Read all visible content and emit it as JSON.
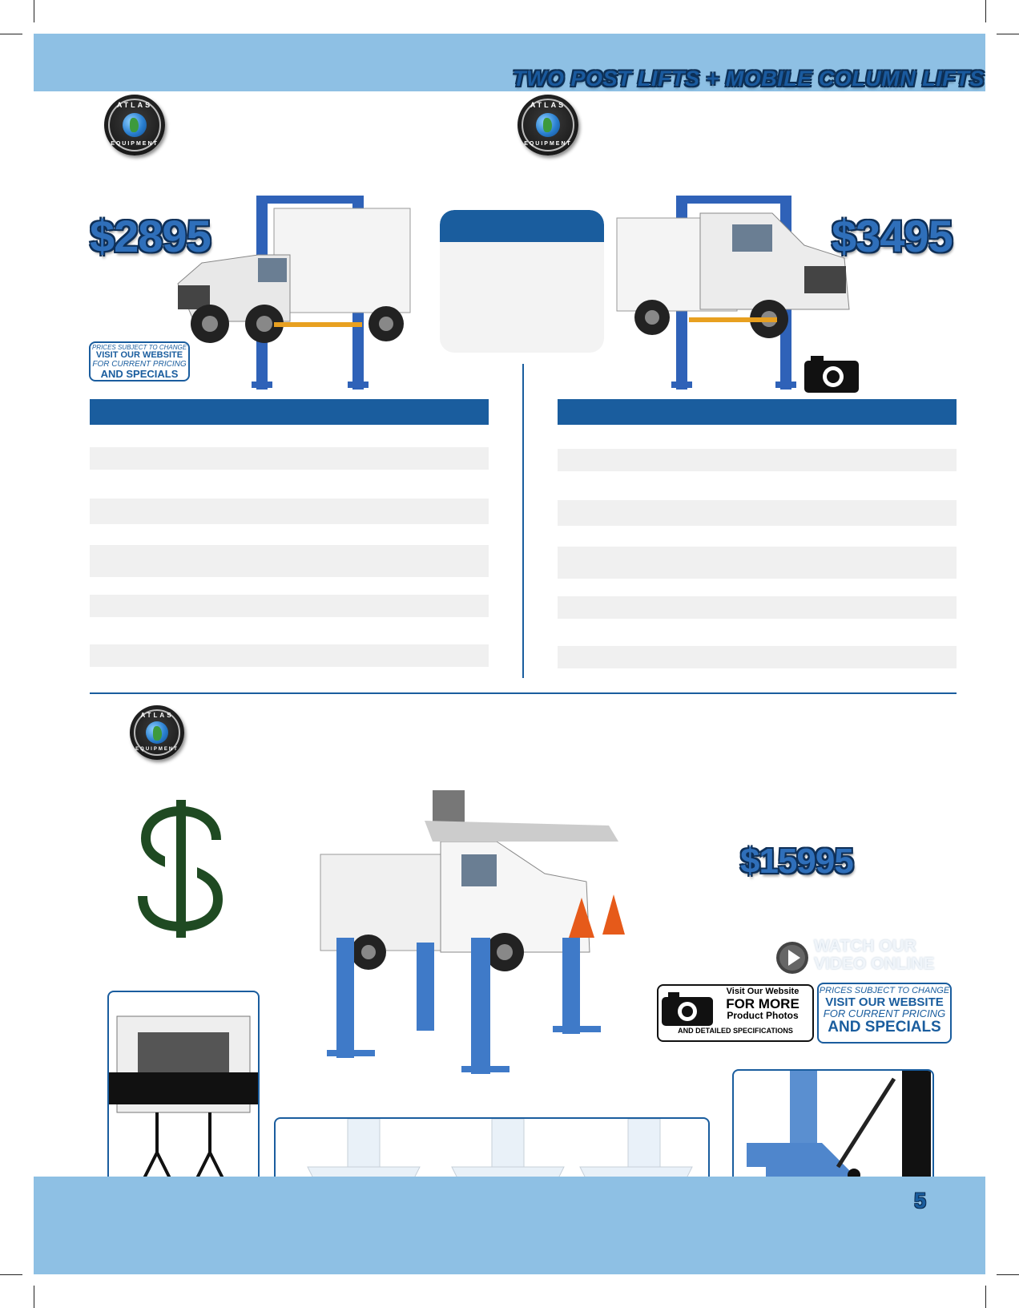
{
  "header": {
    "title": "TWO POST LIFTS + MOBILE COLUMN LIFTS"
  },
  "brand": {
    "logo_top": "ATLAS",
    "logo_bottom": "EQUIPMENT"
  },
  "products": {
    "left": {
      "price": "$2895"
    },
    "right": {
      "price": "$3495"
    },
    "mobile": {
      "price": "$15995"
    }
  },
  "notice": {
    "line1": "PRICES SUBJECT TO CHANGE",
    "line2": "VISIT OUR WEBSITE",
    "line3": "FOR CURRENT PRICING",
    "line4": "AND SPECIALS"
  },
  "photo_promo": {
    "line1": "Visit Our Website",
    "line2": "FOR MORE",
    "line3": "Product Photos",
    "line4": "AND DETAILED SPECIFICATIONS"
  },
  "video": {
    "line1": "WATCH OUR",
    "line2": "VIDEO ONLINE"
  },
  "page_number": "5",
  "colors": {
    "band": "#8ec0e4",
    "accent": "#1a5d9e",
    "price": "#2f6fba",
    "dollar": "#1f4a22"
  },
  "icons": [
    "atlas-logo",
    "camera-icon",
    "play-icon",
    "dollar-icon"
  ]
}
